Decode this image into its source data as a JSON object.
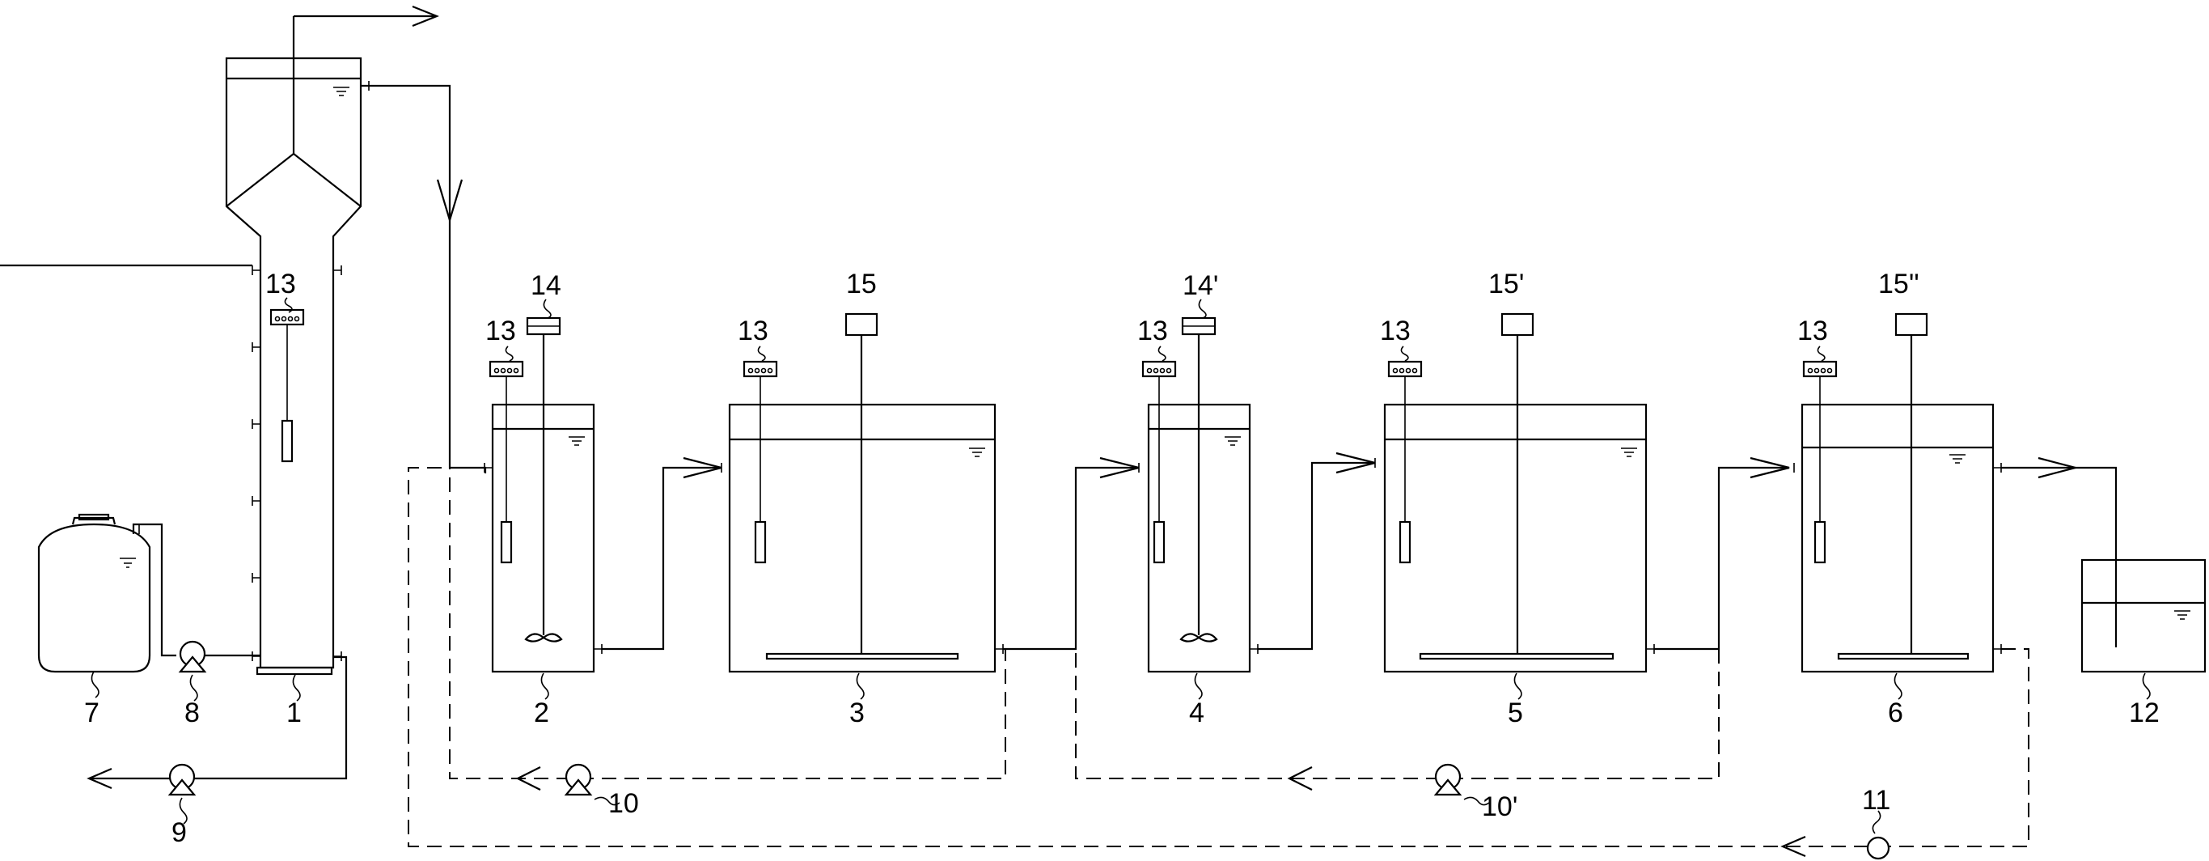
{
  "labels": {
    "n1": "1",
    "n2": "2",
    "n3": "3",
    "n4": "4",
    "n5": "5",
    "n6": "6",
    "n7": "7",
    "n8": "8",
    "n9": "9",
    "n10": "10",
    "n10p": "10'",
    "n11": "11",
    "n12": "12",
    "n13": "13",
    "n14": "14",
    "n14p": "14'",
    "n15": "15",
    "n15p": "15'",
    "n15pp": "15''"
  }
}
